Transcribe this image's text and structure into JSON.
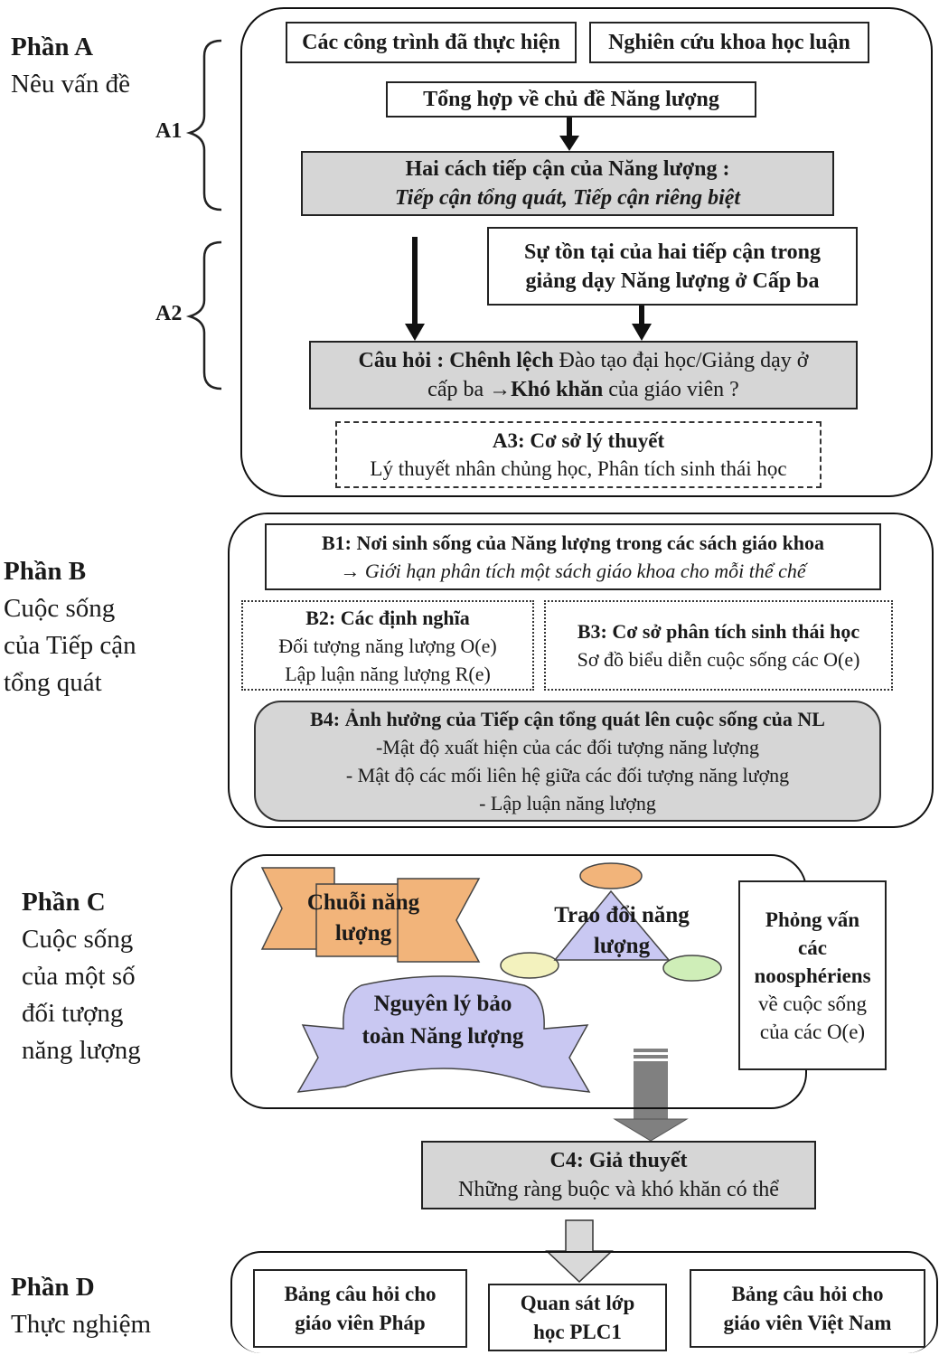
{
  "partA": {
    "heading": "Phần A",
    "subtitle": "Nêu vấn đề",
    "a1_label": "A1",
    "a2_label": "A2",
    "box_works": "Các công trình đã thực hiện",
    "box_research": "Nghiên cứu khoa học luận",
    "box_summary": "Tổng hợp về chủ đề Năng lượng",
    "box_two_approaches_title": "Hai cách tiếp cận của Năng lượng :",
    "box_two_approaches_sub": "Tiếp cận tổng quát, Tiếp cận riêng biệt",
    "box_existence_line1": "Sự tồn tại của hai tiếp cận trong",
    "box_existence_line2": "giảng dạy Năng lượng ở Cấp ba",
    "question_bold1": "Câu hỏi : ",
    "question_bold2": "Chênh lệch",
    "question_text1": " Đào tạo đại học/Giảng dạy ở",
    "question_text2": "cấp ba ",
    "question_arrow": "→",
    "question_bold3": "Khó khăn",
    "question_text3": " của giáo viên ?",
    "a3_title": "A3: Cơ sở lý thuyết",
    "a3_text": "Lý thuyết nhân chủng học, Phân tích sinh thái học"
  },
  "partB": {
    "heading": "Phần B",
    "subtitle_line1": "Cuộc sống",
    "subtitle_line2": "của Tiếp cận",
    "subtitle_line3": "tổng quát",
    "b1_title": "B1: Nơi sinh sống của Năng lượng trong các sách giáo khoa",
    "b1_text": "→ Giới hạn phân tích một sách giáo khoa cho mỗi thể chế",
    "b2_title": "B2: Các định nghĩa",
    "b2_line1": "Đối tượng năng lượng O(e)",
    "b2_line2": "Lập luận năng lượng R(e)",
    "b3_title": "B3: Cơ sở phân tích sinh thái học",
    "b3_text": "Sơ đồ biểu diễn cuộc sống các O(e)",
    "b4_title": "B4: Ảnh hưởng của Tiếp cận tổng quát lên cuộc sống của NL",
    "b4_line1": "-Mật độ xuất hiện của các đối tượng năng lượng",
    "b4_line2": "- Mật độ các mối liên hệ giữa các đối tượng năng lượng",
    "b4_line3": "- Lập luận năng lượng"
  },
  "partC": {
    "heading": "Phần C",
    "subtitle_line1": "Cuộc sống",
    "subtitle_line2": "của một số",
    "subtitle_line3": "đối tượng",
    "subtitle_line4": "năng lượng",
    "chain_line1": "Chuỗi năng",
    "chain_line2": "lượng",
    "exchange_line1": "Trao đổi năng",
    "exchange_line2": "lượng",
    "conservation_line1": "Nguyên lý bảo",
    "conservation_line2": "toàn Năng lượng",
    "interview_line1": "Phỏng vấn",
    "interview_line2": "các",
    "interview_line3": "noosphériens",
    "interview_line4": "về cuộc sống",
    "interview_line5": "của các O(e)",
    "c4_title": "C4: Giả thuyết",
    "c4_text": "Những ràng buộc và khó khăn có thể"
  },
  "partD": {
    "heading": "Phần D",
    "subtitle": "Thực nghiệm",
    "q_fr_line1": "Bảng câu hỏi cho",
    "q_fr_line2": "giáo viên Pháp",
    "obs_line1": "Quan sát lớp",
    "obs_line2": "học PLC1",
    "q_vn_line1": "Bảng câu hỏi cho",
    "q_vn_line2": "giáo viên Việt Nam"
  },
  "colors": {
    "gray_fill": "#d6d6d6",
    "orange": "#f2b47a",
    "lavender": "#c9c8f2",
    "yellow": "#f3f2be",
    "green": "#cfeeb8",
    "arrow_gray": "#808080"
  }
}
